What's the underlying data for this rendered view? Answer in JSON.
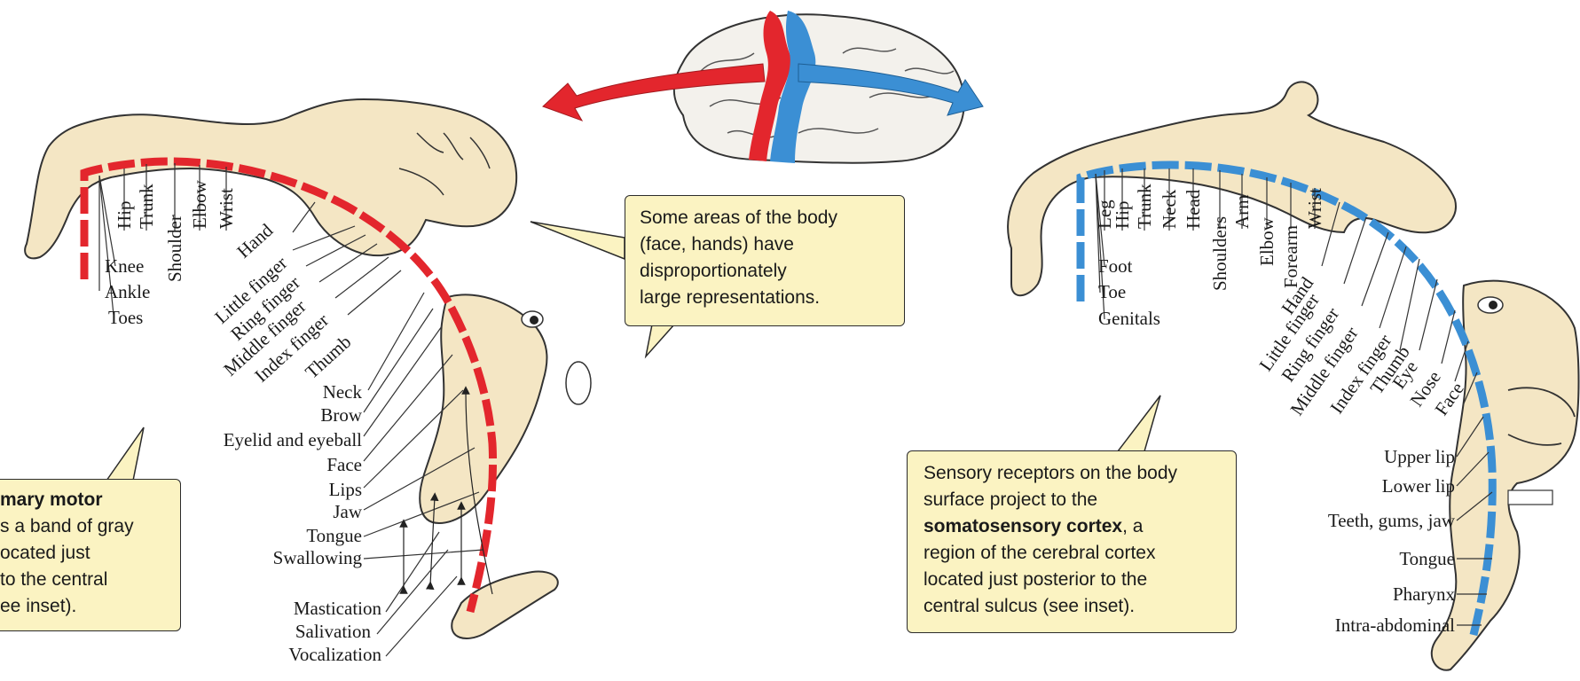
{
  "colors": {
    "motor": "#e3262d",
    "sensory": "#3b8fd4",
    "skin": "#f4e6c4",
    "callout_bg": "#fbf3c2"
  },
  "motor": {
    "labels_vertical": [
      "Hip",
      "Trunk",
      "Shoulder",
      "Elbow",
      "Wrist"
    ],
    "labels_left": [
      "Knee",
      "Ankle",
      "Toes"
    ],
    "labels_diagonal": [
      "Hand",
      "Little finger",
      "Ring finger",
      "Middle finger",
      "Index finger",
      "Thumb"
    ],
    "labels_right_aligned": [
      "Neck",
      "Brow",
      "Eyelid and eyeball",
      "Face",
      "Lips",
      "Jaw",
      "Tongue",
      "Swallowing"
    ],
    "labels_bottom": [
      "Mastication",
      "Salivation",
      "Vocalization"
    ]
  },
  "sensory": {
    "labels_vertical": [
      "Leg",
      "Hip",
      "Trunk",
      "Neck",
      "Head",
      "Shoulders",
      "Arm",
      "Elbow",
      "Forearm",
      "Wrist"
    ],
    "labels_left": [
      "Foot",
      "Toe",
      "Genitals"
    ],
    "labels_diagonal": [
      "Hand",
      "Little finger",
      "Ring finger",
      "Middle finger",
      "Index finger",
      "Thumb",
      "Eye",
      "Nose",
      "Face"
    ],
    "labels_right_aligned": [
      "Upper lip",
      "Lower lip",
      "Teeth, gums, jaw",
      "Tongue",
      "Pharynx",
      "Intra-abdominal"
    ]
  },
  "callouts": {
    "middle": [
      "Some areas of the body",
      "(face, hands) have",
      "disproportionately",
      "large representations."
    ],
    "motor": {
      "line1_bold": "mary motor",
      "line2": "s a band of gray",
      "line3": "ocated just",
      "line4": " to the central",
      "line5": "ee inset)."
    },
    "sensory": {
      "line1": "Sensory receptors on the body",
      "line2": "surface project to the",
      "line3_bold": "somatosensory cortex",
      "line3_rest": ", a",
      "line4": "region of the cerebral cortex",
      "line5": "located just posterior to the",
      "line6": "central sulcus (see inset)."
    }
  }
}
